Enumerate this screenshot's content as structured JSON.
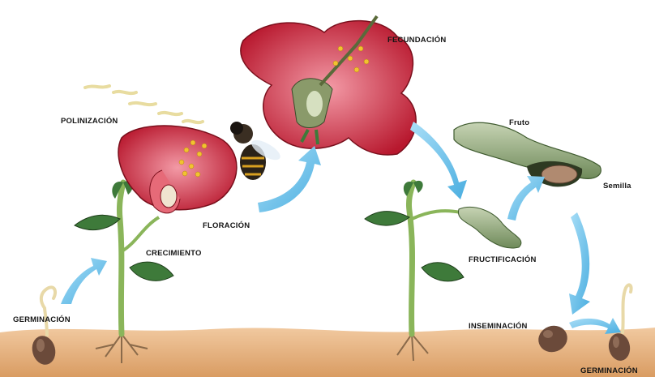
{
  "labels": {
    "polinizacion": "POLINIZACIÓN",
    "floracion": "FLORACIÓN",
    "crecimiento": "CRECIMIENTO",
    "germinacion_left": "GERMINACIÓN",
    "fecundacion": "FECUNDACIÓN",
    "fruto": "Fruto",
    "semilla": "Semilla",
    "fructificacion": "FRUCTIFICACIÓN",
    "inseminacion": "INSEMINACIÓN",
    "germinacion_right": "GERMINACIÓN"
  },
  "colors": {
    "soil": "#e8b98a",
    "soil_dark": "#d69a63",
    "stem": "#8ab55a",
    "leaf": "#3e7a3a",
    "petal": "#c8283a",
    "petal_light": "#e66a78",
    "pod": "#9fb48a",
    "arrow": "#6cc0ea",
    "seed": "#6b4a3a",
    "pollen": "#f2c230",
    "bee": "#2a2218"
  }
}
